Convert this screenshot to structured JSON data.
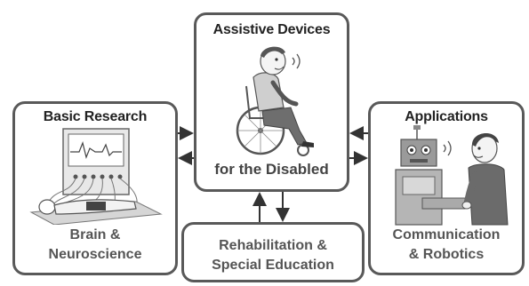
{
  "boxes": {
    "basic": {
      "title": "Basic Research",
      "line1": "Brain &",
      "line2": "Neuroscience"
    },
    "assist": {
      "title": "Assistive Devices",
      "caption": "for the Disabled"
    },
    "apps": {
      "title": "Applications",
      "line1": "Communication",
      "line2": "& Robotics"
    },
    "rehab": {
      "line1": "Rehabilitation &",
      "line2": "Special Education"
    }
  },
  "colors": {
    "border": "#595959",
    "arrow": "#333333",
    "title": "#222222",
    "subtitle": "#555555"
  }
}
